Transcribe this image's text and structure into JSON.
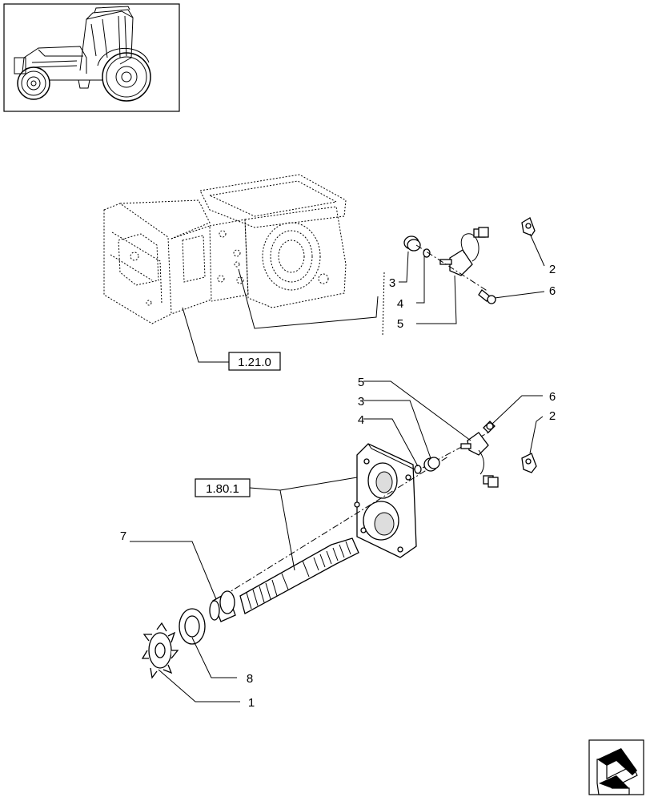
{
  "references": {
    "ref_transmission": "1.21.0",
    "ref_pto_plate": "1.80.1"
  },
  "callouts": {
    "upper": {
      "n3": "3",
      "n4": "4",
      "n5": "5",
      "n2": "2",
      "n6": "6"
    },
    "lower": {
      "n5": "5",
      "n3": "3",
      "n4": "4",
      "n6": "6",
      "n2": "2",
      "n7": "7",
      "n8": "8",
      "n1": "1"
    }
  },
  "icons": {
    "thumbnail": "tractor-thumbnail-icon",
    "navigation": "next-page-arrow-icon"
  }
}
